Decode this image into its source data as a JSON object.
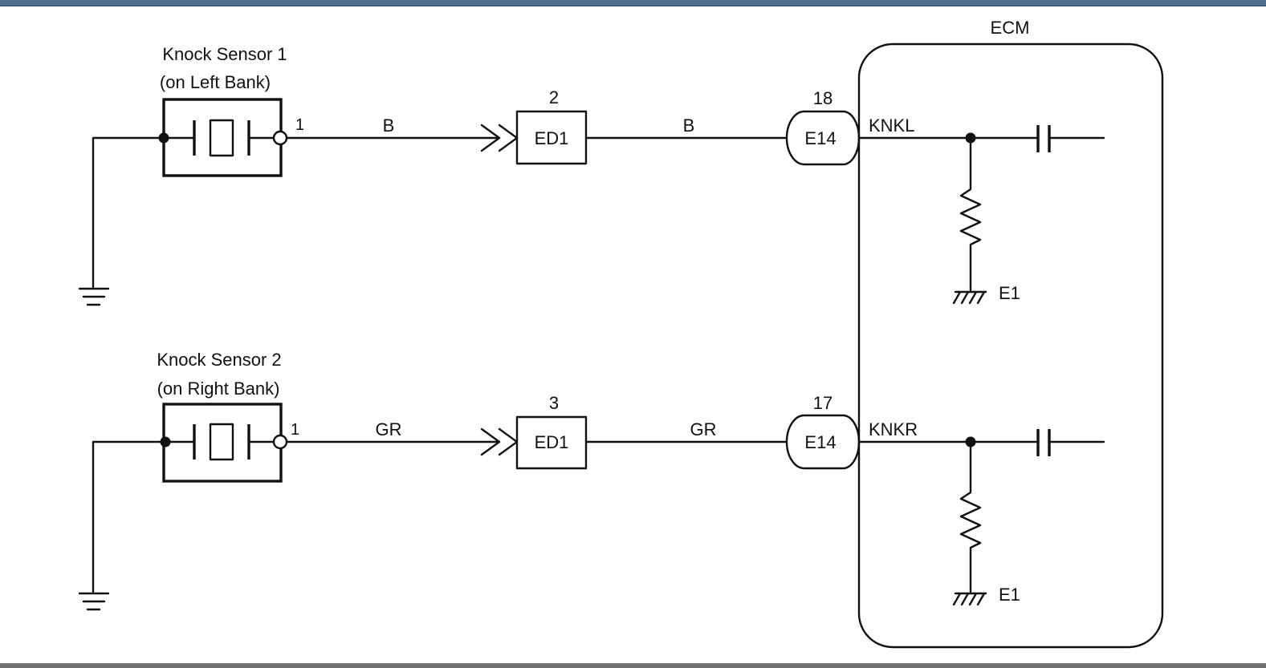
{
  "ecm": {
    "label": "ECM"
  },
  "sensor1": {
    "title": "Knock Sensor 1",
    "subtitle": "(on Left Bank)",
    "pin": "1",
    "wire_color_1": "B",
    "connector_pin": "2",
    "connector": "ED1",
    "wire_color_2": "B",
    "ecm_pin": "18",
    "ecm_connector": "E14",
    "signal": "KNKL",
    "ground": "E1"
  },
  "sensor2": {
    "title": "Knock Sensor 2",
    "subtitle": "(on Right Bank)",
    "pin": "1",
    "wire_color_1": "GR",
    "connector_pin": "3",
    "connector": "ED1",
    "wire_color_2": "GR",
    "ecm_pin": "17",
    "ecm_connector": "E14",
    "signal": "KNKR",
    "ground": "E1"
  }
}
